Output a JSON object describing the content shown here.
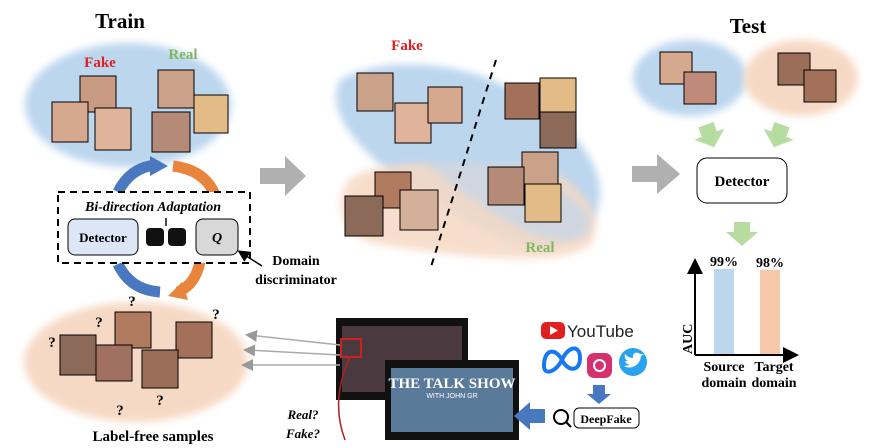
{
  "train": {
    "title": "Train",
    "fake_label": "Fake",
    "real_label": "Real",
    "adaptation_title": "Bi-direction Adaptation",
    "detector_label": "Detector",
    "discriminator_symbol": "Q",
    "discriminator_caption_line1": "Domain",
    "discriminator_caption_line2": "discriminator",
    "question_mark": "?",
    "samples_caption": "Label-free samples"
  },
  "middle": {
    "fake_label": "Fake",
    "real_label": "Real"
  },
  "test": {
    "title": "Test",
    "detector_label": "Detector",
    "chart_data": {
      "type": "bar",
      "categories": [
        "Source domain",
        "Target domain"
      ],
      "category_lines": [
        [
          "Source",
          "domain"
        ],
        [
          "Target",
          "domain"
        ]
      ],
      "values": [
        99,
        98
      ],
      "value_labels": [
        "99%",
        "98%"
      ],
      "ylabel": "AUC",
      "colors": [
        "#bcd6ee",
        "#f6c7a9"
      ]
    }
  },
  "sources": {
    "youtube_label": "YouTube",
    "search_label": "DeepFake",
    "video_title": "THE TALK SHOW",
    "video_subtitle": "WITH JOHN GR",
    "question_real": "Real?",
    "question_fake": "Fake?"
  },
  "colors": {
    "fake": "#e02020",
    "real": "#80b860",
    "source_domain": "#bcd6ee",
    "target_domain": "#f6d9c4",
    "detector_box": "#dce6f6",
    "discriminator_box": "#d8d8d8",
    "arrow_gray": "#b0b0b0",
    "arrow_green": "#b6dca0",
    "arrow_blue": "#4a78c0",
    "arrow_orange": "#e8843c"
  }
}
